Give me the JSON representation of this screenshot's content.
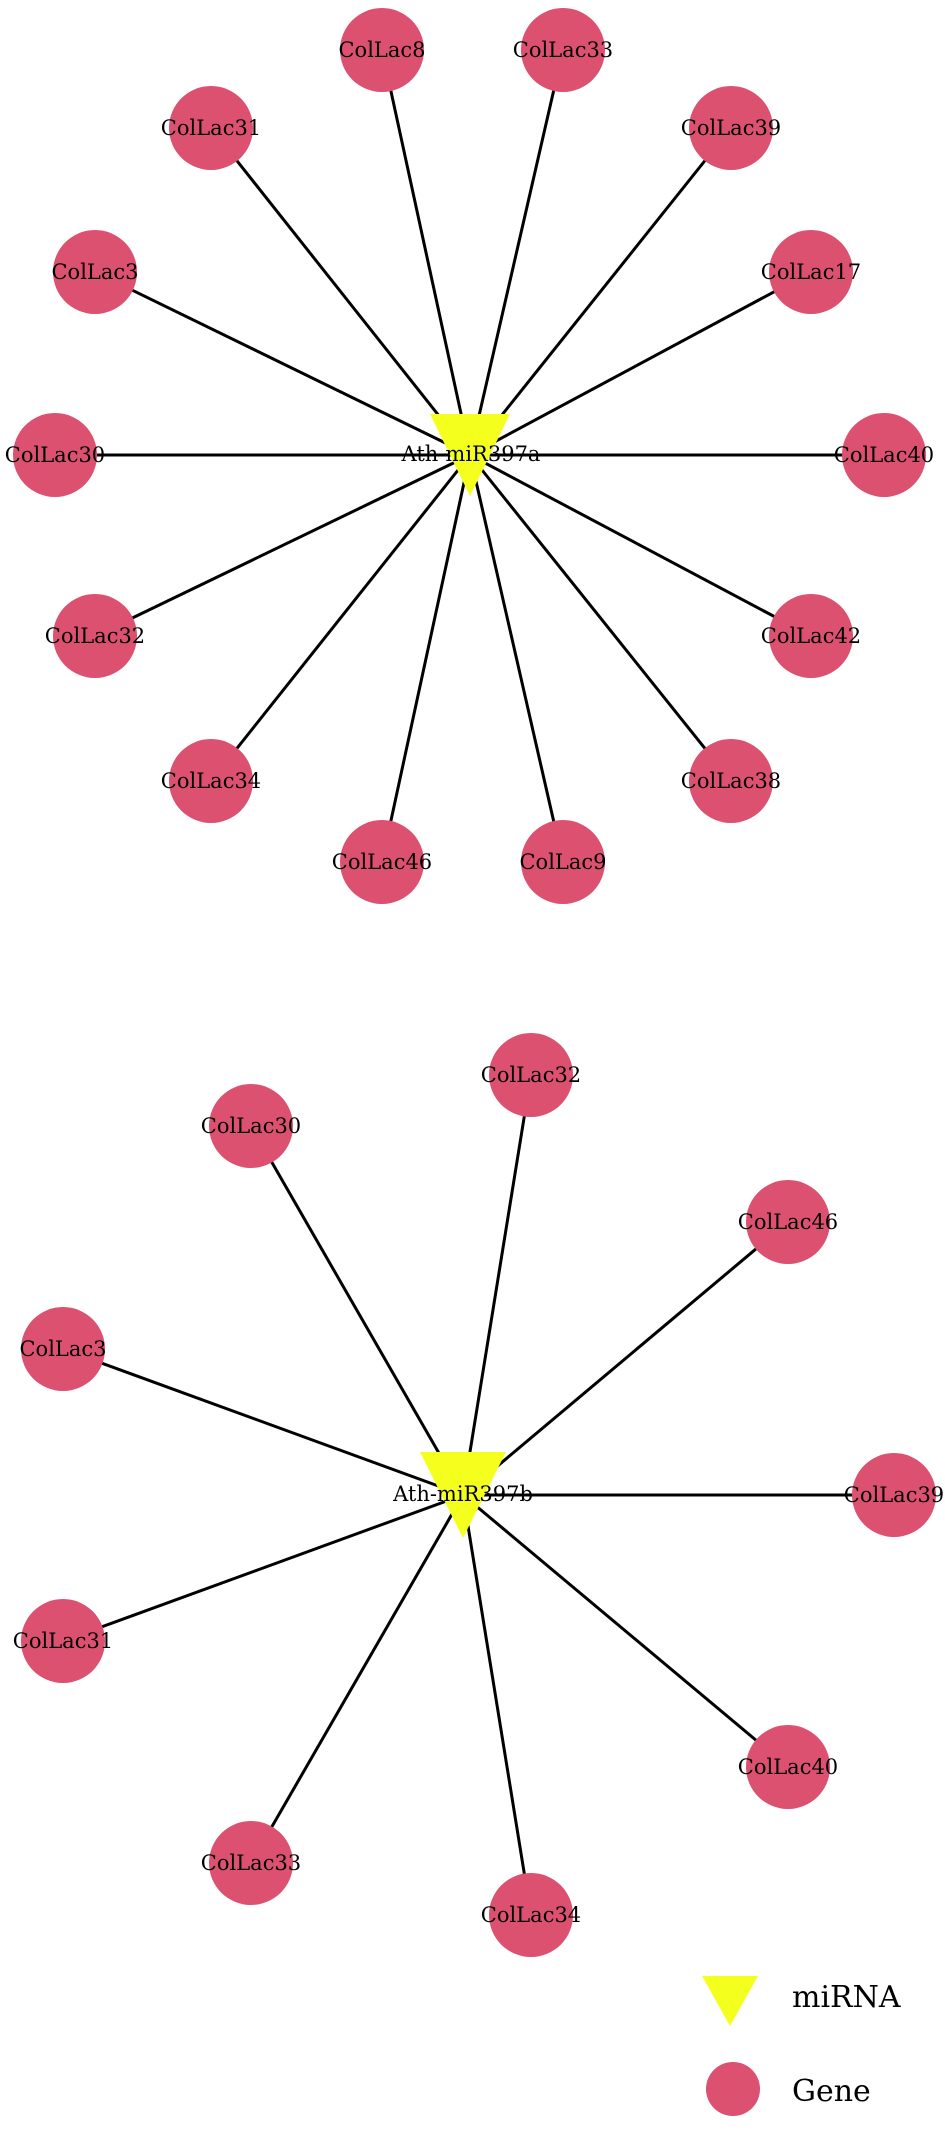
{
  "colors": {
    "mirna": "#f5ff1e",
    "gene": "#dc5070",
    "edge": "#000000",
    "background": "#ffffff"
  },
  "networks": [
    {
      "id": "mir397a",
      "mirna": "Ath-miR397a",
      "genes": [
        "ColLac8",
        "ColLac33",
        "ColLac39",
        "ColLac17",
        "ColLac40",
        "ColLac42",
        "ColLac38",
        "ColLac9",
        "ColLac46",
        "ColLac34",
        "ColLac32",
        "ColLac30",
        "ColLac3",
        "ColLac31"
      ]
    },
    {
      "id": "mir397b",
      "mirna": "Ath-miR397b",
      "genes": [
        "ColLac32",
        "ColLac46",
        "ColLac39",
        "ColLac40",
        "ColLac34",
        "ColLac33",
        "ColLac31",
        "ColLac3",
        "ColLac30"
      ]
    }
  ],
  "legend": {
    "mirna_label": "miRNA",
    "gene_label": "Gene"
  }
}
